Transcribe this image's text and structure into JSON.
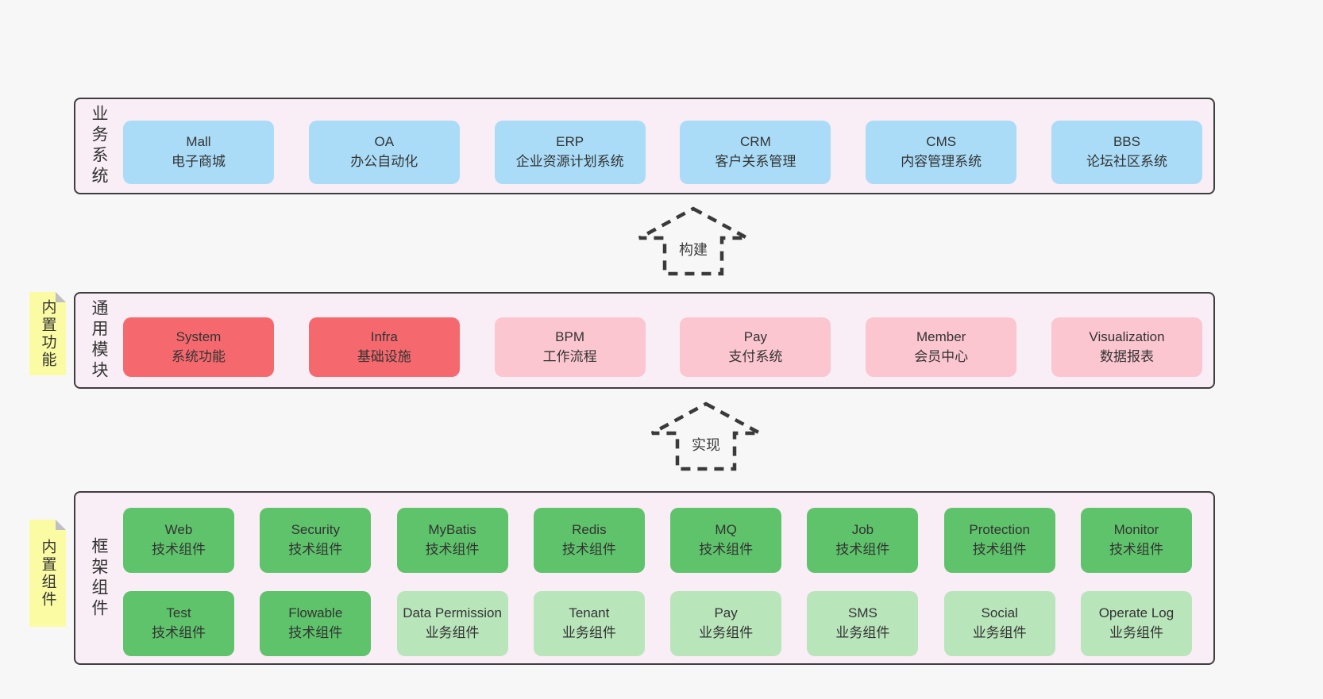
{
  "colors": {
    "page_background": "#f7f7f7",
    "layer_background": "#f9edf6",
    "layer_border": "#3e3e3e",
    "blue_box": "#aadcf7",
    "red_box": "#f5696e",
    "pink_box": "#fbc6cf",
    "green_box": "#5fc36b",
    "light_green_box": "#b9e5bb",
    "sticky_tag": "#fbfba3",
    "text": "#333333"
  },
  "layers": [
    {
      "label": "业务系统",
      "boxes": [
        {
          "title": "Mall",
          "subtitle": "电子商城"
        },
        {
          "title": "OA",
          "subtitle": "办公自动化"
        },
        {
          "title": "ERP",
          "subtitle": "企业资源计划系统"
        },
        {
          "title": "CRM",
          "subtitle": "客户关系管理"
        },
        {
          "title": "CMS",
          "subtitle": "内容管理系统"
        },
        {
          "title": "BBS",
          "subtitle": "论坛社区系统"
        }
      ]
    },
    {
      "label": "通用模块",
      "tag": "内置功能",
      "boxes": [
        {
          "title": "System",
          "subtitle": "系统功能",
          "variant": "red"
        },
        {
          "title": "Infra",
          "subtitle": "基础设施",
          "variant": "red"
        },
        {
          "title": "BPM",
          "subtitle": "工作流程",
          "variant": "pink"
        },
        {
          "title": "Pay",
          "subtitle": "支付系统",
          "variant": "pink"
        },
        {
          "title": "Member",
          "subtitle": "会员中心",
          "variant": "pink"
        },
        {
          "title": "Visualization",
          "subtitle": "数据报表",
          "variant": "pink"
        }
      ]
    },
    {
      "label": "框架组件",
      "tag": "内置组件",
      "rows": [
        [
          {
            "title": "Web",
            "subtitle": "技术组件",
            "variant": "green"
          },
          {
            "title": "Security",
            "subtitle": "技术组件",
            "variant": "green"
          },
          {
            "title": "MyBatis",
            "subtitle": "技术组件",
            "variant": "green"
          },
          {
            "title": "Redis",
            "subtitle": "技术组件",
            "variant": "green"
          },
          {
            "title": "MQ",
            "subtitle": "技术组件",
            "variant": "green"
          },
          {
            "title": "Job",
            "subtitle": "技术组件",
            "variant": "green"
          },
          {
            "title": "Protection",
            "subtitle": "技术组件",
            "variant": "green"
          },
          {
            "title": "Monitor",
            "subtitle": "技术组件",
            "variant": "green"
          }
        ],
        [
          {
            "title": "Test",
            "subtitle": "技术组件",
            "variant": "green"
          },
          {
            "title": "Flowable",
            "subtitle": "技术组件",
            "variant": "green"
          },
          {
            "title": "Data Permission",
            "subtitle": "业务组件",
            "variant": "lgreen"
          },
          {
            "title": "Tenant",
            "subtitle": "业务组件",
            "variant": "lgreen"
          },
          {
            "title": "Pay",
            "subtitle": "业务组件",
            "variant": "lgreen"
          },
          {
            "title": "SMS",
            "subtitle": "业务组件",
            "variant": "lgreen"
          },
          {
            "title": "Social",
            "subtitle": "业务组件",
            "variant": "lgreen"
          },
          {
            "title": "Operate Log",
            "subtitle": "业务组件",
            "variant": "lgreen"
          }
        ]
      ]
    }
  ],
  "arrows": [
    {
      "label": "构建"
    },
    {
      "label": "实现"
    }
  ]
}
